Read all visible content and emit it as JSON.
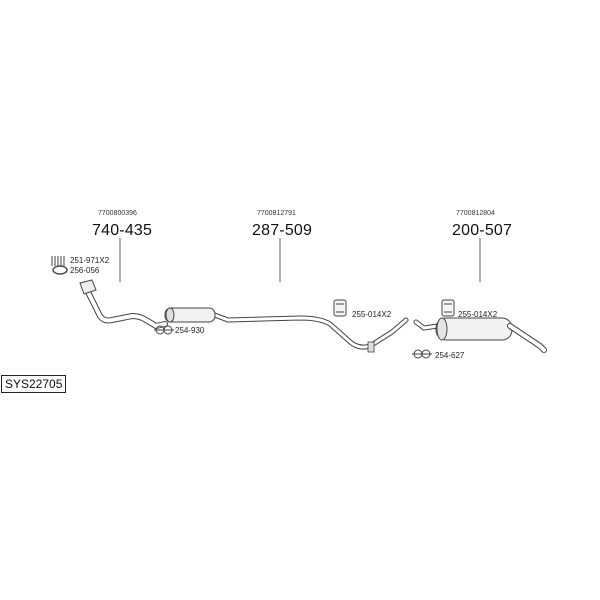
{
  "system_code": "SYS22705",
  "sections": [
    {
      "oem": "7700800396",
      "part": "740-435"
    },
    {
      "oem": "7700812791",
      "part": "287-509"
    },
    {
      "oem": "7700812804",
      "part": "200-507"
    }
  ],
  "accessories": {
    "spring": "251-971X2",
    "ring": "256-056",
    "clamp_1": "254-930",
    "mount_1": "255-014X2",
    "mount_2": "255-014X2",
    "clamp_2": "254-627"
  }
}
